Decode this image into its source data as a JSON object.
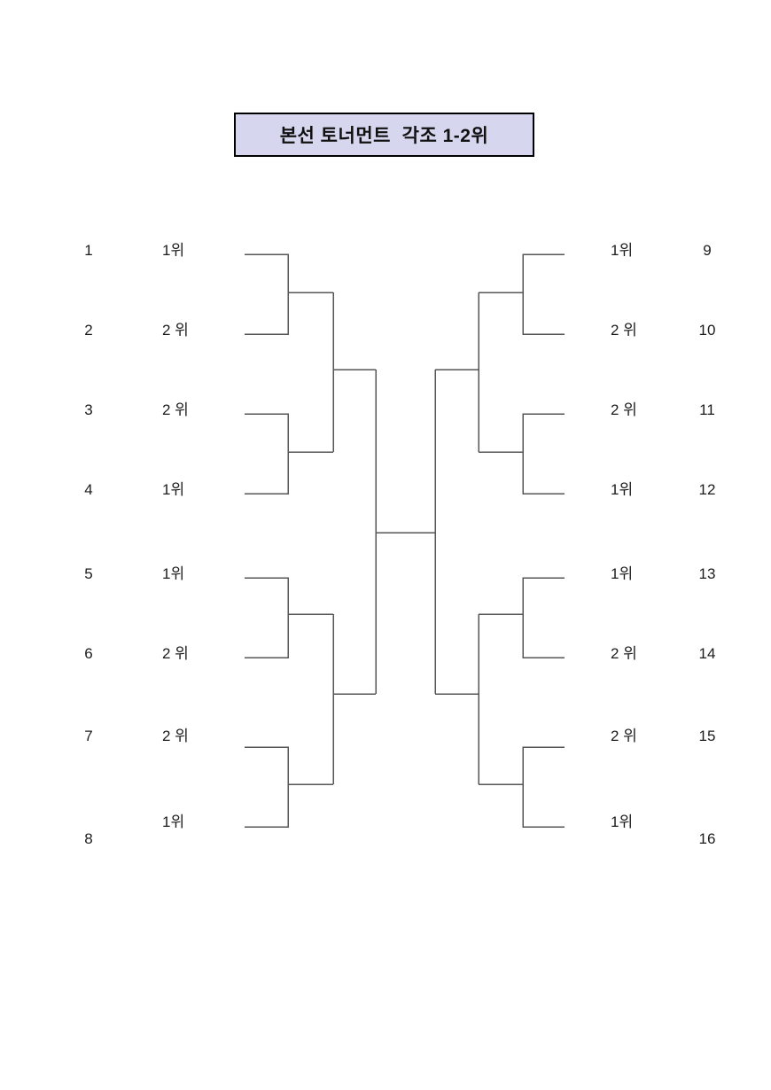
{
  "page": {
    "background": "#ffffff"
  },
  "header": {
    "title": "본선 토너먼트  각조 1-2위",
    "box_fill": "#d6d6ef",
    "box_border": "#000000",
    "text_color": "#111111"
  },
  "bracket": {
    "line_color": "#565656",
    "left_seeds": [
      {
        "no": "1",
        "rank": "1위"
      },
      {
        "no": "2",
        "rank": "2 위"
      },
      {
        "no": "3",
        "rank": "2 위"
      },
      {
        "no": "4",
        "rank": "1위"
      },
      {
        "no": "5",
        "rank": "1위"
      },
      {
        "no": "6",
        "rank": "2 위"
      },
      {
        "no": "7",
        "rank": "2 위"
      },
      {
        "no": "8",
        "rank": "1위"
      }
    ],
    "right_seeds": [
      {
        "no": "9",
        "rank": "1위"
      },
      {
        "no": "10",
        "rank": "2 위"
      },
      {
        "no": "11",
        "rank": "2 위"
      },
      {
        "no": "12",
        "rank": "1위"
      },
      {
        "no": "13",
        "rank": "1위"
      },
      {
        "no": "14",
        "rank": "2 위"
      },
      {
        "no": "15",
        "rank": "2 위"
      },
      {
        "no": "16",
        "rank": "1위"
      }
    ]
  }
}
